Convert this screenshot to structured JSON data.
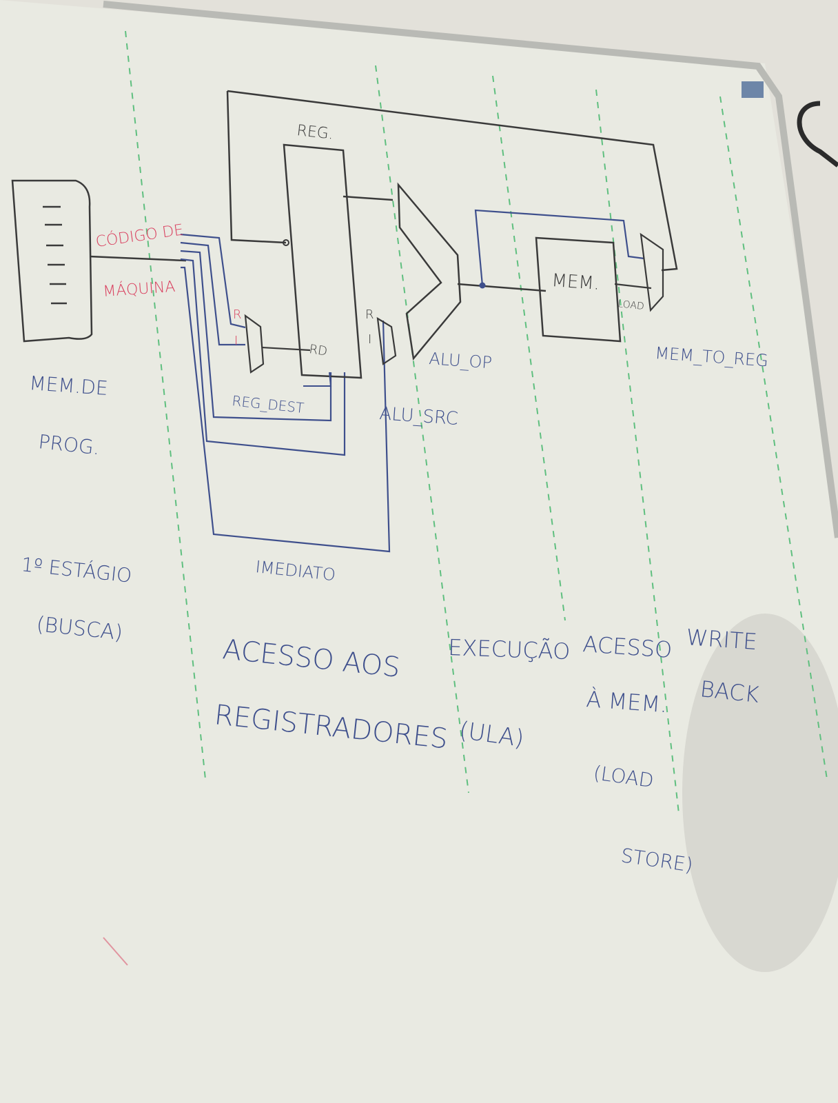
{
  "colors": {
    "board": "#e9eae2",
    "wall": "#e3e1da",
    "frame": "#b9bab5",
    "ink_black": "#3a3a3a",
    "ink_blue": "#3e4f8c",
    "ink_red": "#d9405f",
    "ink_green": "#5fbf7f"
  },
  "labels": {
    "codigo_de": "CÓDIGO DE",
    "maquina": "MÁQUINA",
    "mem_de": "MEM.DE",
    "prog": "PROG.",
    "reg": "REG.",
    "r1": "R",
    "i1": "I",
    "rd": "RD",
    "reg_dest": "REG_DEST",
    "r2": "R",
    "i2": "I",
    "alu_op": "ALU_OP",
    "alu_src": "ALU_SRC",
    "mem": "MEM.",
    "load_small": "LOAD",
    "mem_to_reg": "MEM_TO_REG",
    "imediato": "IMEDIATO",
    "estagio1": "1º ESTÁGIO",
    "busca": "(BUSCA)",
    "acesso_aos": "ACESSO AOS",
    "registradores": "REGISTRADORES",
    "execucao": "EXECUÇÃO",
    "ula": "(ULA)",
    "acesso": "ACESSO",
    "a_mem": "À MEM.",
    "load_paren": "(LOAD",
    "store_paren": "STORE)",
    "write": "WRITE",
    "back": "BACK"
  }
}
